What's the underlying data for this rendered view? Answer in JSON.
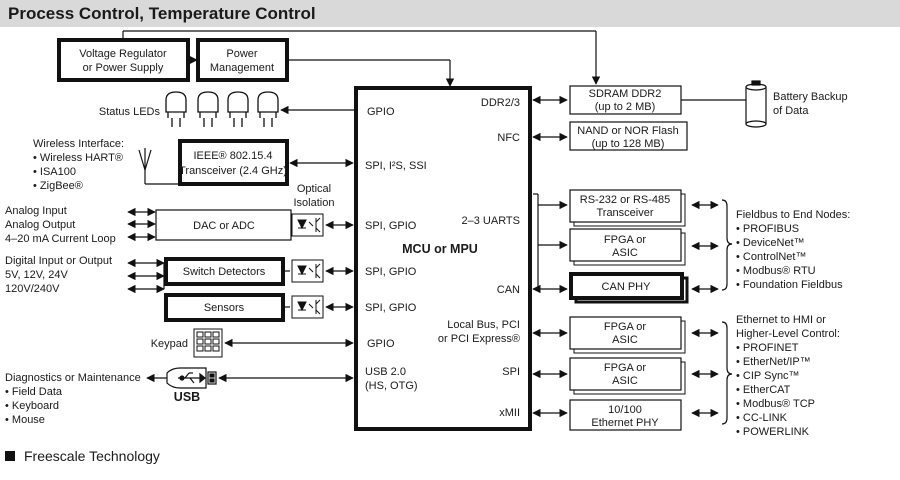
{
  "title": "Process Control, Temperature Control",
  "footer": "Freescale Technology",
  "center": {
    "title": "MCU or MPU"
  },
  "top_blocks": {
    "voltage_regulator": [
      "Voltage Regulator",
      "or Power Supply"
    ],
    "power_management": [
      "Power",
      "Management"
    ]
  },
  "left": {
    "status_leds": "Status LEDs",
    "wireless_title": "Wireless Interface:",
    "wireless_items": [
      "• Wireless HART®",
      "• ISA100",
      "• ZigBee®"
    ],
    "transceiver": [
      "IEEE® 802.15.4",
      "Transceiver (2.4 GHz)"
    ],
    "optical_isolation": [
      "Optical",
      "Isolation"
    ],
    "analog": [
      "Analog Input",
      "Analog Output",
      "4–20 mA Current Loop"
    ],
    "dac_adc": "DAC or ADC",
    "digital": [
      "Digital Input or Output",
      "5V, 12V, 24V",
      "120V/240V"
    ],
    "switch_detectors": "Switch Detectors",
    "sensors": "Sensors",
    "keypad": "Keypad",
    "diagnostics_title": "Diagnostics or Maintenance",
    "diagnostics_items": [
      "• Field Data",
      "• Keyboard",
      "• Mouse"
    ],
    "usb": "USB"
  },
  "ports_left": {
    "gpio1": "GPIO",
    "spi_i2s": "SPI, I²S, SSI",
    "spi_gpio1": "SPI, GPIO",
    "spi_gpio2": "SPI, GPIO",
    "spi_gpio3": "SPI, GPIO",
    "gpio2": "GPIO",
    "usb20": [
      "USB 2.0",
      "(HS, OTG)"
    ]
  },
  "ports_right": {
    "ddr": "DDR2/3",
    "nfc": "NFC",
    "uarts": "2–3 UARTS",
    "can": "CAN",
    "localbus": [
      "Local Bus, PCI",
      "or PCI Express®"
    ],
    "spi": "SPI",
    "xmii": "xMII"
  },
  "right": {
    "sdram": [
      "SDRAM DDR2",
      "(up to 2 MB)"
    ],
    "battery": [
      "Battery Backup",
      "of Data"
    ],
    "flash": [
      "NAND or NOR Flash",
      "(up to 128 MB)"
    ],
    "rs232": [
      "RS-232 or RS-485",
      "Transceiver"
    ],
    "fpga1": [
      "FPGA or",
      "ASIC"
    ],
    "can_phy": "CAN PHY",
    "fpga2": [
      "FPGA or",
      "ASIC"
    ],
    "fpga3": [
      "FPGA or",
      "ASIC"
    ],
    "eth_phy": [
      "10/100",
      "Ethernet PHY"
    ],
    "fieldbus_title": "Fieldbus to End Nodes:",
    "fieldbus_items": [
      "• PROFIBUS",
      "• DeviceNet™",
      "• ControlNet™",
      "• Modbus® RTU",
      "• Foundation Fieldbus"
    ],
    "ethernet_title": [
      "Ethernet to HMI or",
      "Higher-Level Control:"
    ],
    "ethernet_items": [
      "• PROFINET",
      "• EtherNet/IP™",
      "• CIP Sync™",
      "• EtherCAT",
      "• Modbus® TCP",
      "• CC-LINK",
      "• POWERLINK"
    ]
  }
}
